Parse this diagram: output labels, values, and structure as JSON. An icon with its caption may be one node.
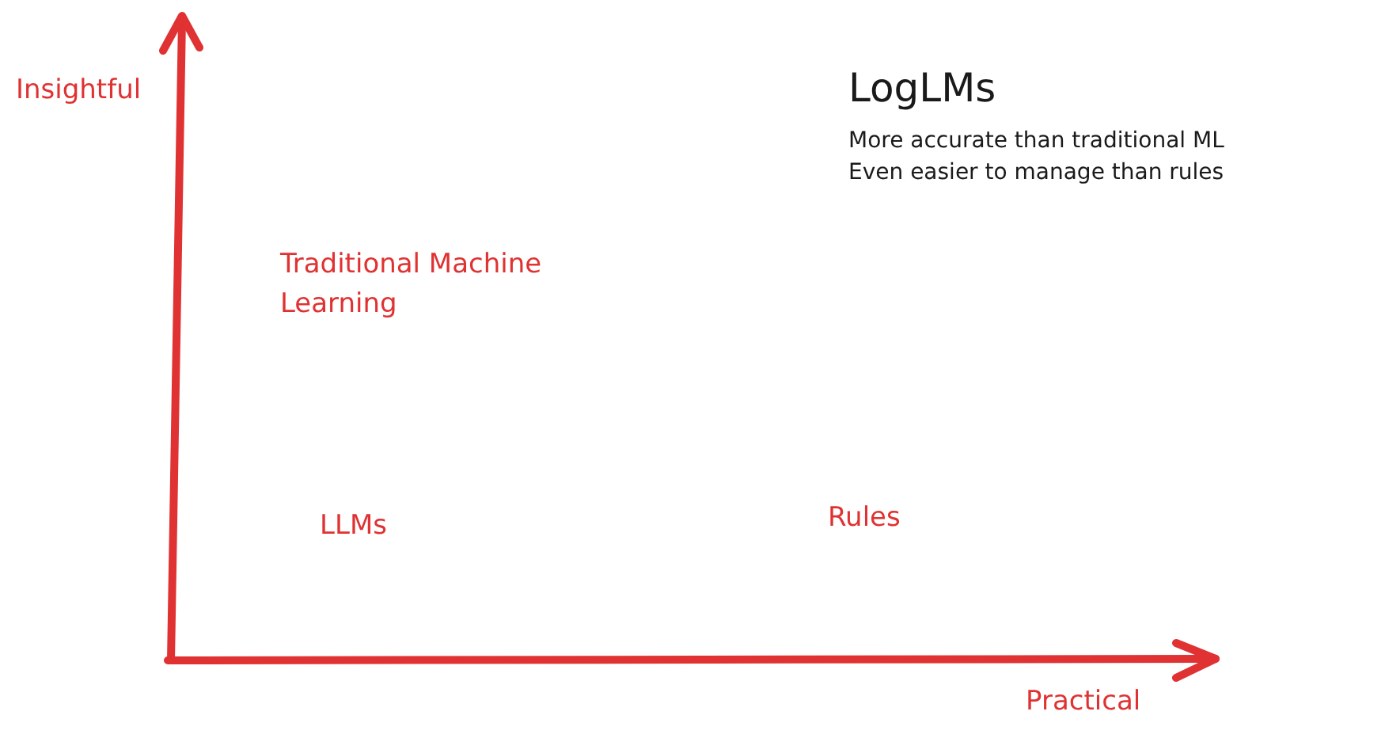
{
  "diagram": {
    "labels": [
      "Insightful",
      "LogLMs",
      "More accurate than traditional ML",
      "Even easier to manage than rules",
      "Traditional Machine Learning",
      "LLMs",
      "Rules",
      "Practical"
    ]
  }
}
